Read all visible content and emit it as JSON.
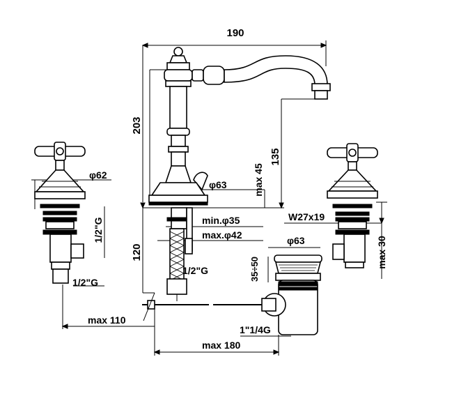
{
  "dimensions": {
    "spout_reach": "190",
    "total_height": "203",
    "spout_height": "135",
    "deck_max": "max 45",
    "body_diameter": "φ63",
    "handle_diameter": "φ62",
    "hole_min": "min.φ35",
    "hole_max": "max.φ42",
    "valve_height": "1/2\"G",
    "valve_thread": "1/2\"G",
    "hose_thread": "1/2\"G",
    "hose_length": "120",
    "right_wrench": "W27x19",
    "right_max": "max 30",
    "waste_diameter": "φ63",
    "waste_range": "35÷50",
    "waste_thread": "1\"1/4G",
    "max_left": "max 110",
    "max_right": "max 180"
  }
}
